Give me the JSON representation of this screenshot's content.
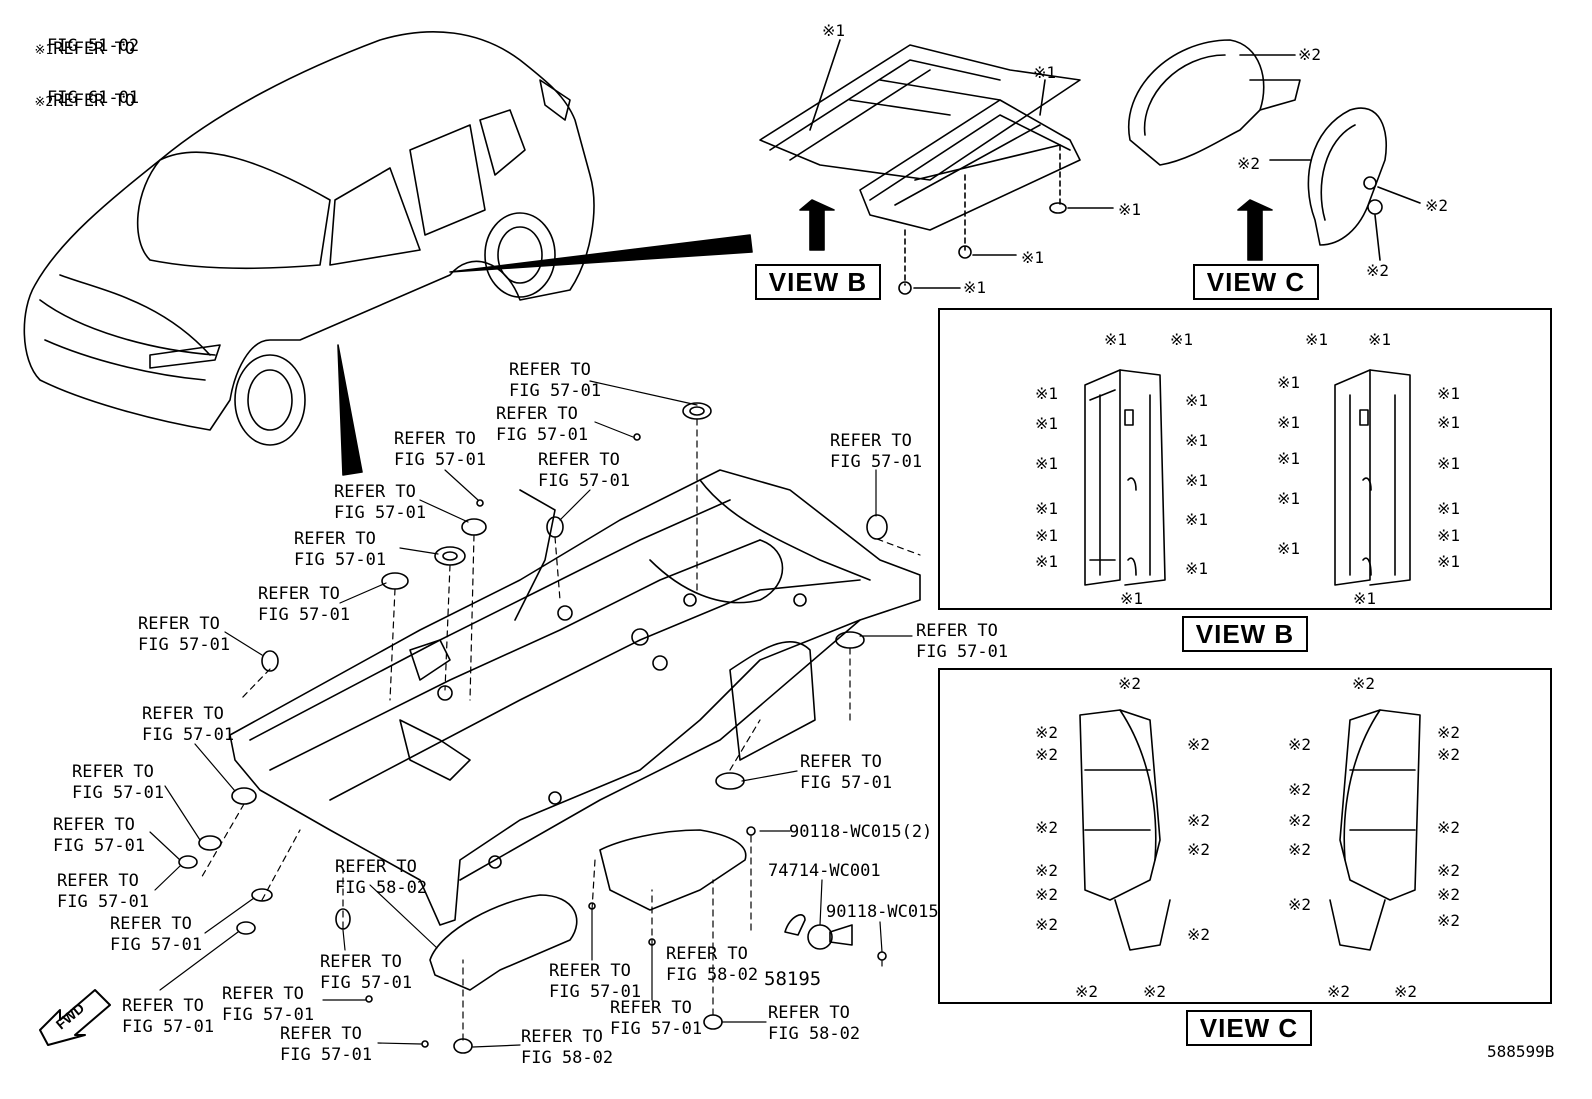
{
  "notes": [
    {
      "mark": "※1",
      "line1": "REFER TO",
      "line2": "FIG 51-02"
    },
    {
      "mark": "※2",
      "line1": "REFER TO",
      "line2": "FIG 61-01"
    }
  ],
  "views": {
    "b_title": "VIEW B",
    "c_title": "VIEW C",
    "b_detail_title": "VIEW B",
    "c_detail_title": "VIEW C"
  },
  "refs": {
    "r1": [
      "REFER TO",
      "FIG 57-01"
    ],
    "r2": [
      "REFER TO",
      "FIG 57-01"
    ],
    "r3": [
      "REFER TO",
      "FIG 57-01"
    ],
    "r4": [
      "REFER TO",
      "FIG 57-01"
    ],
    "r5": [
      "REFER TO",
      "FIG 57-01"
    ],
    "r6": [
      "REFER TO",
      "FIG 57-01"
    ],
    "r7": [
      "REFER TO",
      "FIG 57-01"
    ],
    "r8": [
      "REFER TO",
      "FIG 57-01"
    ],
    "r9": [
      "REFER TO",
      "FIG 57-01"
    ],
    "r10": [
      "REFER TO",
      "FIG 57-01"
    ],
    "r11": [
      "REFER TO",
      "FIG 57-01"
    ],
    "r12": [
      "REFER TO",
      "FIG 57-01"
    ],
    "r13": [
      "REFER TO",
      "FIG 57-01"
    ],
    "r14": [
      "REFER TO",
      "FIG 57-01"
    ],
    "r15": [
      "REFER TO",
      "FIG 57-01"
    ],
    "r16": [
      "REFER TO",
      "FIG 57-01"
    ],
    "r17": [
      "REFER TO",
      "FIG 58-02"
    ],
    "r18": [
      "REFER TO",
      "FIG 57-01"
    ],
    "r19": [
      "REFER TO",
      "FIG 57-01"
    ],
    "r20": [
      "REFER TO",
      "FIG 57-01"
    ],
    "r21": [
      "REFER TO",
      "FIG 57-01"
    ],
    "r22": [
      "REFER TO",
      "FIG 58-02"
    ],
    "r23": [
      "REFER TO",
      "FIG 57-01"
    ],
    "r24": [
      "REFER TO",
      "FIG 58-02"
    ],
    "r25": [
      "REFER TO",
      "FIG 57-01"
    ],
    "r26": [
      "REFER TO",
      "FIG 58-02"
    ]
  },
  "parts": {
    "p1": "90118-WC015(2)",
    "p2": "74714-WC001",
    "p3": "90118-WC015",
    "p4": "58195"
  },
  "marks": {
    "m1": "※1",
    "m2": "※2"
  },
  "fwd": "FWD",
  "diagram_id": "588599B"
}
